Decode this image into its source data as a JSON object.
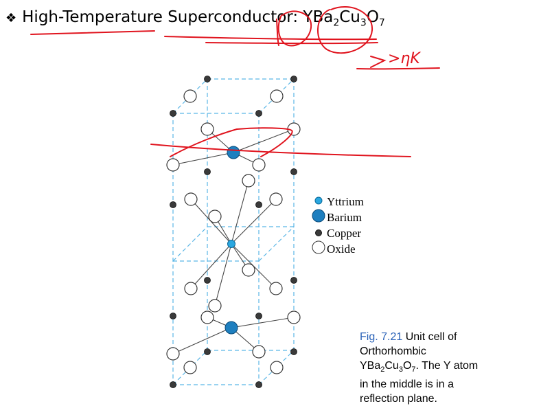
{
  "title": {
    "bullet": "❖",
    "prefix": "High-Temperature Superconductor: ",
    "formula": [
      "Y",
      "Ba",
      "2",
      "Cu",
      "3",
      "O",
      "7"
    ]
  },
  "annotation": {
    "handwritten": ">ηK",
    "colors": {
      "ink": "#e0141e"
    }
  },
  "legend": {
    "items": [
      {
        "label": "Yttrium",
        "color": "#2aa7e0"
      },
      {
        "label": "Barium",
        "color": "#1e7fbf"
      },
      {
        "label": "Copper",
        "color": "#3a3a3a"
      },
      {
        "label": "Oxide",
        "color": "#ffffff"
      }
    ]
  },
  "caption": {
    "fig_label": "Fig. 7.21",
    "line1": " Unit cell of",
    "line2": "Orthorhombic",
    "formula": [
      "Y",
      "Ba",
      "2",
      "Cu",
      "3",
      "O",
      "7"
    ],
    "line3_rest": ". The Y atom",
    "line4": "in the middle is in a",
    "line5": "reflection plane."
  },
  "colors": {
    "cell_edges": "#5bb6e6",
    "bonds": "#444444"
  }
}
